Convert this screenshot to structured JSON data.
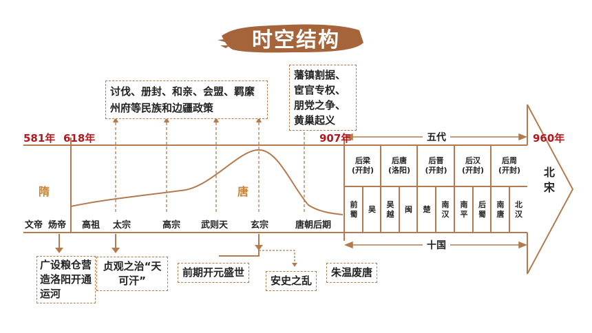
{
  "title": "时空结构",
  "years": [
    "581年",
    "618年",
    "907年",
    "960年"
  ],
  "dynasties": {
    "sui": "隋",
    "tang": "唐",
    "beisong": "北宋"
  },
  "sui_emperors": [
    "文帝",
    "炀帝"
  ],
  "tang_ticks": [
    "高祖",
    "太宗",
    "高宗",
    "武则天",
    "玄宗",
    "唐朝后期"
  ],
  "wudai_label": "五代",
  "shiguo_label": "十国",
  "wudai": [
    {
      "name": "后梁",
      "capital": "(开封)"
    },
    {
      "name": "后唐",
      "capital": "(洛阳)"
    },
    {
      "name": "后晋",
      "capital": "(开封)"
    },
    {
      "name": "后汉",
      "capital": "(开封)"
    },
    {
      "name": "后周",
      "capital": "(开封)"
    }
  ],
  "shiguo": [
    "前蜀",
    "吴",
    "吴越",
    "闽",
    "楚",
    "南汉",
    "南平",
    "后蜀",
    "南唐",
    "北汉"
  ],
  "notes": {
    "policy": "讨伐、册封、和亲、会盟、羁縻州府等民族和边疆政策",
    "late_tang": "藩镇割据、宦官专权、朋党之争、黄巢起义",
    "sui": "广设粮仓营造洛阳开通运河",
    "zhenguan": "贞观之治“天可汗”",
    "kaiyuan": "前期开元盛世",
    "anshi": "安史之乱",
    "zhuwen": "朱温废唐"
  },
  "colors": {
    "frame": "#b47a4e",
    "year": "#b1181d",
    "dynasty": "#c9822f",
    "title_bg": "#a6643b"
  }
}
